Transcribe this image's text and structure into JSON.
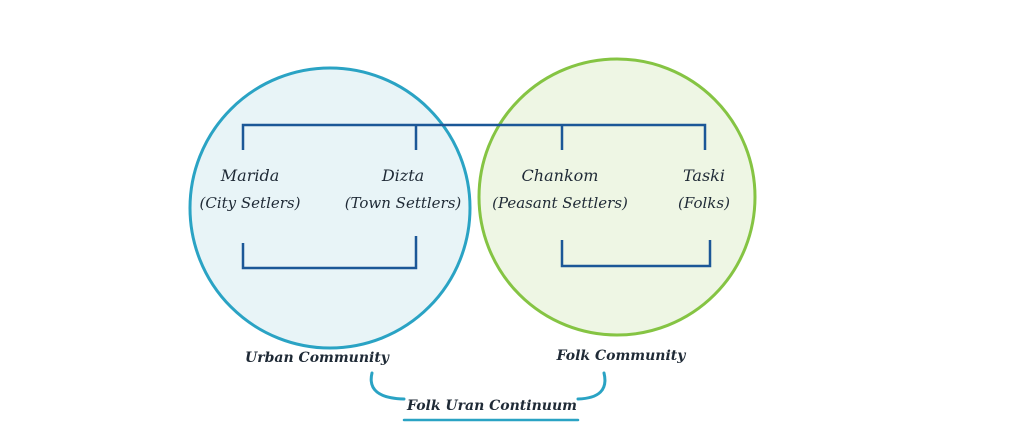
{
  "colors": {
    "urban_circle_stroke": "#2aa3c4",
    "urban_circle_fill": "#e8f4f7",
    "folk_circle_stroke": "#85c443",
    "folk_circle_fill": "#eef6e4",
    "connector": "#1b5797",
    "continuum_arc": "#2aa3c4",
    "text": "#1f2a36"
  },
  "nodes": {
    "marida": {
      "name": "Marida",
      "desc": "(City Setlers)"
    },
    "dizta": {
      "name": "Dizta",
      "desc": "(Town Settlers)"
    },
    "chankom": {
      "name": "Chankom",
      "desc": "(Peasant Settlers)"
    },
    "taski": {
      "name": "Taski",
      "desc": "(Folks)"
    }
  },
  "groups": {
    "urban": "Urban Community",
    "folk": "Folk Community"
  },
  "continuum": "Folk Uran Continuum"
}
